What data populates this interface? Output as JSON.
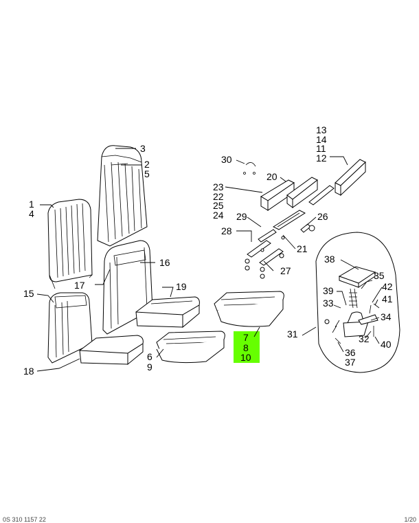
{
  "colors": {
    "highlight": "#66ff00",
    "line": "#000000"
  },
  "callouts": {
    "n1": "1",
    "n2": "2",
    "n3": "3",
    "n4": "4",
    "n5": "5",
    "n6": "6",
    "n7": "7",
    "n8": "8",
    "n9": "9",
    "n10": "10",
    "n11": "11",
    "n12": "12",
    "n13": "13",
    "n14": "14",
    "n15": "15",
    "n16": "16",
    "n17": "17",
    "n18": "18",
    "n19": "19",
    "n20": "20",
    "n21": "21",
    "n22": "22",
    "n23": "23",
    "n24": "24",
    "n25": "25",
    "n26": "26",
    "n27": "27",
    "n28": "28",
    "n29": "29",
    "n30": "30",
    "n31": "31",
    "n32": "32",
    "n33": "33",
    "n34": "34",
    "n35": "35",
    "n36": "36",
    "n37": "37",
    "n38": "38",
    "n39": "39",
    "n40": "40",
    "n41": "41",
    "n42": "42"
  },
  "highlighted_callouts": [
    "7",
    "8",
    "10"
  ],
  "footer": {
    "left": "0S 310 1157 22",
    "right": "1/20"
  }
}
